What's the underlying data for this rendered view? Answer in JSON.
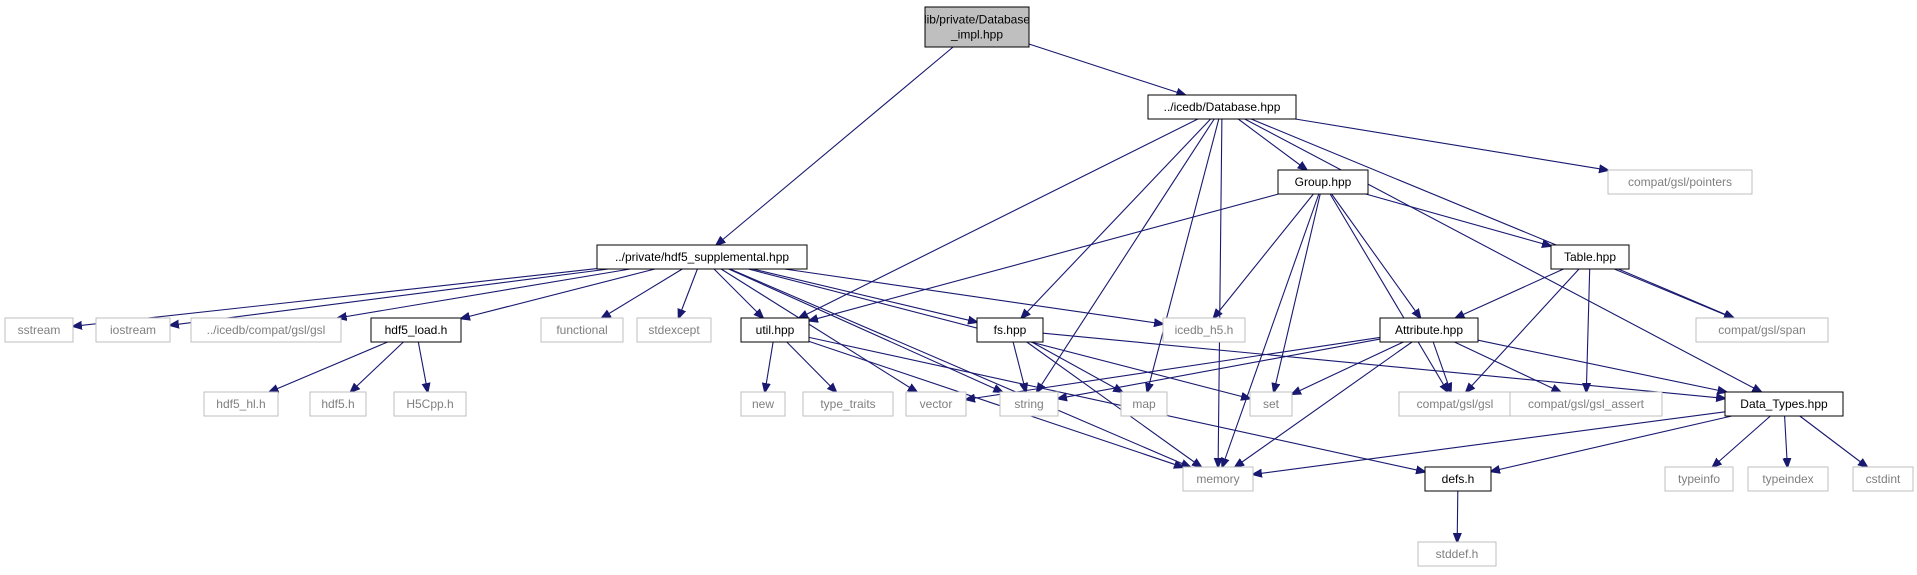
{
  "diagram": {
    "edge_color": "#191970",
    "root_fill": "#bfbfbf",
    "external_border": "#bfbfbf",
    "nodes": [
      {
        "id": "impl",
        "lines": [
          "lib/private/Database",
          "_impl.hpp"
        ],
        "kind": "root"
      },
      {
        "id": "database",
        "lines": [
          "../icedb/Database.hpp"
        ],
        "kind": "internal"
      },
      {
        "id": "pointers",
        "lines": [
          "compat/gsl/pointers"
        ],
        "kind": "external"
      },
      {
        "id": "group",
        "lines": [
          "Group.hpp"
        ],
        "kind": "internal"
      },
      {
        "id": "hdf5sup",
        "lines": [
          "../private/hdf5_supplemental.hpp"
        ],
        "kind": "internal"
      },
      {
        "id": "table",
        "lines": [
          "Table.hpp"
        ],
        "kind": "internal"
      },
      {
        "id": "sstream",
        "lines": [
          "sstream"
        ],
        "kind": "external"
      },
      {
        "id": "iostream",
        "lines": [
          "iostream"
        ],
        "kind": "external"
      },
      {
        "id": "compatgsl_icedb",
        "lines": [
          "../icedb/compat/gsl/gsl"
        ],
        "kind": "external"
      },
      {
        "id": "hdf5load",
        "lines": [
          "hdf5_load.h"
        ],
        "kind": "internal"
      },
      {
        "id": "functional",
        "lines": [
          "functional"
        ],
        "kind": "external"
      },
      {
        "id": "stdexcept",
        "lines": [
          "stdexcept"
        ],
        "kind": "external"
      },
      {
        "id": "util",
        "lines": [
          "util.hpp"
        ],
        "kind": "internal"
      },
      {
        "id": "fs",
        "lines": [
          "fs.hpp"
        ],
        "kind": "internal"
      },
      {
        "id": "icedbh5",
        "lines": [
          "icedb_h5.h"
        ],
        "kind": "external"
      },
      {
        "id": "attribute",
        "lines": [
          "Attribute.hpp"
        ],
        "kind": "internal"
      },
      {
        "id": "span",
        "lines": [
          "compat/gsl/span"
        ],
        "kind": "external"
      },
      {
        "id": "hdf5hl",
        "lines": [
          "hdf5_hl.h"
        ],
        "kind": "external"
      },
      {
        "id": "hdf5h",
        "lines": [
          "hdf5.h"
        ],
        "kind": "external"
      },
      {
        "id": "h5cpp",
        "lines": [
          "H5Cpp.h"
        ],
        "kind": "external"
      },
      {
        "id": "new",
        "lines": [
          "new"
        ],
        "kind": "external"
      },
      {
        "id": "typetraits",
        "lines": [
          "type_traits"
        ],
        "kind": "external"
      },
      {
        "id": "vector",
        "lines": [
          "vector"
        ],
        "kind": "external"
      },
      {
        "id": "string",
        "lines": [
          "string"
        ],
        "kind": "external"
      },
      {
        "id": "map",
        "lines": [
          "map"
        ],
        "kind": "external"
      },
      {
        "id": "set",
        "lines": [
          "set"
        ],
        "kind": "external"
      },
      {
        "id": "gsl",
        "lines": [
          "compat/gsl/gsl"
        ],
        "kind": "external"
      },
      {
        "id": "gslassert",
        "lines": [
          "compat/gsl/gsl_assert"
        ],
        "kind": "external"
      },
      {
        "id": "datatypes",
        "lines": [
          "Data_Types.hpp"
        ],
        "kind": "internal"
      },
      {
        "id": "memory",
        "lines": [
          "memory"
        ],
        "kind": "external"
      },
      {
        "id": "defs",
        "lines": [
          "defs.h"
        ],
        "kind": "internal"
      },
      {
        "id": "typeinfo",
        "lines": [
          "typeinfo"
        ],
        "kind": "external"
      },
      {
        "id": "typeindex",
        "lines": [
          "typeindex"
        ],
        "kind": "external"
      },
      {
        "id": "cstdint",
        "lines": [
          "cstdint"
        ],
        "kind": "external"
      },
      {
        "id": "stddef",
        "lines": [
          "stddef.h"
        ],
        "kind": "external"
      }
    ],
    "edges": [
      [
        "impl",
        "hdf5sup"
      ],
      [
        "impl",
        "database"
      ],
      [
        "database",
        "util"
      ],
      [
        "database",
        "string"
      ],
      [
        "database",
        "fs"
      ],
      [
        "database",
        "map"
      ],
      [
        "database",
        "group"
      ],
      [
        "database",
        "memory"
      ],
      [
        "database",
        "pointers"
      ],
      [
        "database",
        "span"
      ],
      [
        "database",
        "datatypes"
      ],
      [
        "group",
        "util"
      ],
      [
        "group",
        "icedbh5"
      ],
      [
        "group",
        "memory"
      ],
      [
        "group",
        "set"
      ],
      [
        "group",
        "attribute"
      ],
      [
        "group",
        "gsl"
      ],
      [
        "group",
        "table"
      ],
      [
        "table",
        "attribute"
      ],
      [
        "table",
        "gsl"
      ],
      [
        "table",
        "gslassert"
      ],
      [
        "table",
        "span"
      ],
      [
        "hdf5sup",
        "sstream"
      ],
      [
        "hdf5sup",
        "iostream"
      ],
      [
        "hdf5sup",
        "compatgsl_icedb"
      ],
      [
        "hdf5sup",
        "hdf5load"
      ],
      [
        "hdf5sup",
        "memory"
      ],
      [
        "hdf5sup",
        "functional"
      ],
      [
        "hdf5sup",
        "stdexcept"
      ],
      [
        "hdf5sup",
        "util"
      ],
      [
        "hdf5sup",
        "vector"
      ],
      [
        "hdf5sup",
        "string"
      ],
      [
        "hdf5sup",
        "fs"
      ],
      [
        "hdf5sup",
        "set"
      ],
      [
        "hdf5sup",
        "icedbh5"
      ],
      [
        "hdf5load",
        "hdf5hl"
      ],
      [
        "hdf5load",
        "hdf5h"
      ],
      [
        "hdf5load",
        "h5cpp"
      ],
      [
        "util",
        "memory"
      ],
      [
        "util",
        "new"
      ],
      [
        "util",
        "typetraits"
      ],
      [
        "util",
        "defs"
      ],
      [
        "fs",
        "string"
      ],
      [
        "fs",
        "map"
      ],
      [
        "fs",
        "memory"
      ],
      [
        "fs",
        "datatypes"
      ],
      [
        "attribute",
        "vector"
      ],
      [
        "attribute",
        "string"
      ],
      [
        "attribute",
        "set"
      ],
      [
        "attribute",
        "memory"
      ],
      [
        "attribute",
        "gsl"
      ],
      [
        "attribute",
        "gslassert"
      ],
      [
        "attribute",
        "datatypes"
      ],
      [
        "datatypes",
        "memory"
      ],
      [
        "datatypes",
        "defs"
      ],
      [
        "datatypes",
        "typeinfo"
      ],
      [
        "datatypes",
        "typeindex"
      ],
      [
        "datatypes",
        "cstdint"
      ],
      [
        "defs",
        "stddef"
      ]
    ]
  }
}
